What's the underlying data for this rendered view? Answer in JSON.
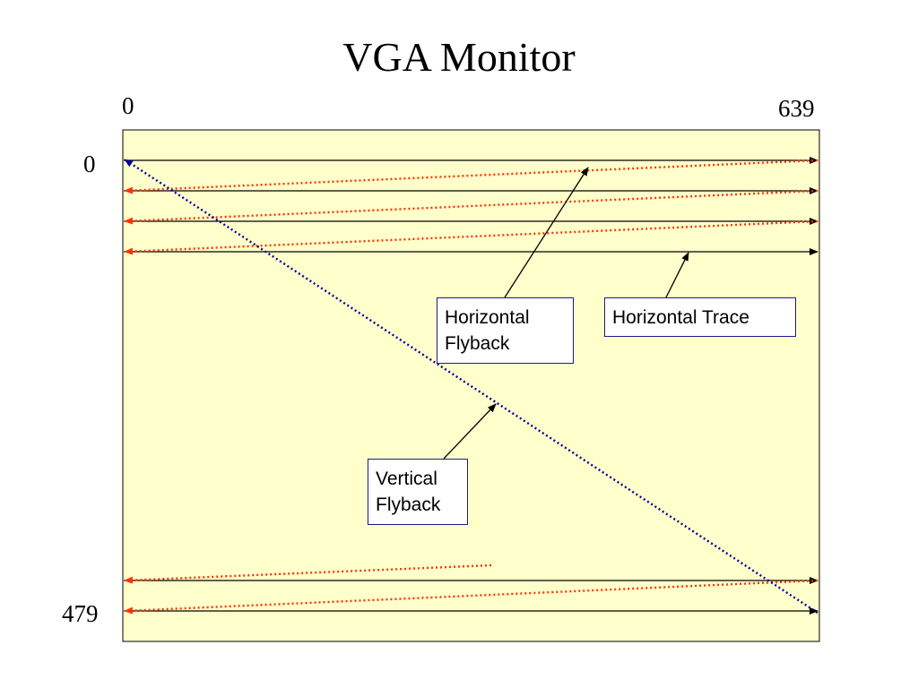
{
  "title": "VGA Monitor",
  "axes": {
    "x_start": "0",
    "x_end": "639",
    "y_start": "0",
    "y_end": "479"
  },
  "callouts": {
    "horizontal_flyback": [
      "Horizontal",
      "Flyback"
    ],
    "horizontal_trace": "Horizontal Trace",
    "vertical_flyback": [
      "Vertical",
      "Flyback"
    ]
  },
  "colors": {
    "screen_fill": "#ffffcc",
    "trace_line": "#000000",
    "horizontal_flyback": "#ff3300",
    "vertical_flyback": "#000099",
    "callout_border": "#1a1a8c"
  }
}
